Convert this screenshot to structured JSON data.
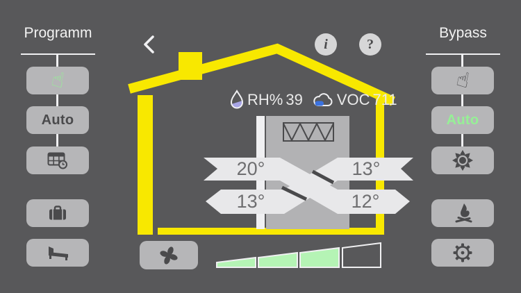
{
  "colors": {
    "background": "#58585a",
    "accent_yellow": "#f8e800",
    "button_gray": "#b6b6b8",
    "icon_dark": "#4a4a4c",
    "active_green": "#96f096",
    "segment_green": "#b5f4b5",
    "band_light": "#e8e8ea",
    "humidity_purple": "#a8a5e6",
    "voc_blue": "#3b72e0"
  },
  "left_panel": {
    "title": "Programm",
    "buttons": [
      {
        "id": "manual",
        "icon": "hand-icon",
        "active": true
      },
      {
        "id": "auto",
        "label": "Auto",
        "active": false
      },
      {
        "id": "schedule",
        "icon": "calendar-clock-icon"
      },
      {
        "id": "vacation",
        "icon": "suitcase-icon"
      },
      {
        "id": "night",
        "icon": "bed-icon"
      }
    ]
  },
  "right_panel": {
    "title": "Bypass",
    "buttons": [
      {
        "id": "manual",
        "icon": "hand-icon",
        "active": false
      },
      {
        "id": "auto",
        "label": "Auto",
        "active": true
      },
      {
        "id": "summer",
        "icon": "sun-icon"
      },
      {
        "id": "fireplace",
        "icon": "fire-icon"
      },
      {
        "id": "settings",
        "icon": "gear-icon"
      }
    ]
  },
  "header": {
    "back_icon": "chevron-left",
    "info_label": "i",
    "help_label": "?"
  },
  "sensors": {
    "humidity_label": "RH%",
    "humidity_value": "39",
    "voc_label": "VOC",
    "voc_value": "711"
  },
  "exchanger": {
    "temps": {
      "top_left": "20°",
      "top_right": "13°",
      "bottom_left": "13°",
      "bottom_right": "12°"
    }
  },
  "fan": {
    "total_segments": 4,
    "active_segments": 3
  }
}
